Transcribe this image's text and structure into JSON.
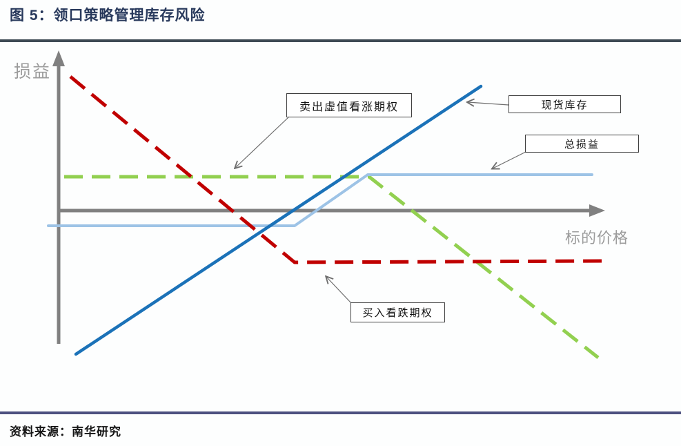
{
  "figure": {
    "title": "图 5：领口策略管理库存风险",
    "source": "资料来源：南华研究"
  },
  "axes": {
    "y_label": "损益",
    "x_label": "标的价格"
  },
  "callouts": {
    "sell_call": "卖出虚值看涨期权",
    "spot_inventory": "现货库存",
    "total_pnl": "总损益",
    "buy_put": "买入看跌期权"
  },
  "colors": {
    "title_navy": "#28395c",
    "top_rule": "#3e4a54",
    "bottom_rule": "#4d5180",
    "axis_gray": "#808080",
    "label_gray": "#9c9c9c",
    "spot_blue": "#1b72b8",
    "put_red": "#c00000",
    "call_green": "#92d050",
    "total_light_blue": "#9dc3e6"
  },
  "chart_data": {
    "type": "line",
    "title": "领口策略管理库存风险",
    "xlabel": "标的价格",
    "ylabel": "损益",
    "axes_numeric": false,
    "grid": false,
    "legend_position": "callout-boxes-with-arrows",
    "x_range_rel": [
      0,
      10
    ],
    "y_range_rel": [
      -2.5,
      2.2
    ],
    "series": [
      {
        "name": "卖出虚值看涨期权",
        "style": "dashed",
        "color": "#92d050",
        "width": 5,
        "points_rel": [
          [
            0.1,
            0.5
          ],
          [
            5.7,
            0.5
          ],
          [
            9.9,
            -2.1
          ]
        ],
        "px_points": "93,256 535,256 867,518"
      },
      {
        "name": "总损益",
        "style": "solid",
        "color": "#9dc3e6",
        "width": 4,
        "points_rel": [
          [
            0.0,
            -0.22
          ],
          [
            4.3,
            -0.22
          ],
          [
            5.7,
            0.5
          ],
          [
            9.8,
            0.5
          ]
        ],
        "px_points": "70,327 427,327 533,253 858,253"
      },
      {
        "name": "现货库存",
        "style": "solid",
        "color": "#1b72b8",
        "width": 4.5,
        "points_rel": [
          [
            0.3,
            -2.1
          ],
          [
            7.7,
            1.8
          ]
        ],
        "px_points": "110,513 697,125"
      },
      {
        "name": "买入看跌期权",
        "style": "dashed",
        "color": "#c00000",
        "width": 5,
        "points_rel": [
          [
            0.2,
            1.95
          ],
          [
            4.3,
            -0.75
          ],
          [
            10.0,
            -0.73
          ]
        ],
        "px_points": "102,111 427,380 872,378"
      }
    ]
  }
}
